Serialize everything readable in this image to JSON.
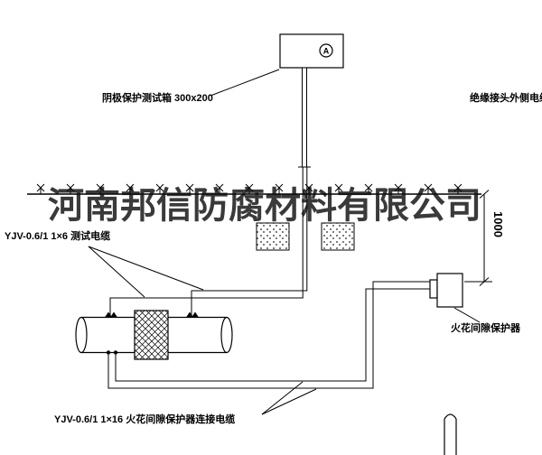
{
  "watermark": {
    "text": "河南邦信防腐材料有限公司"
  },
  "labels": {
    "test_box": "阴极保护测试箱 300x200",
    "insulated_joint_cable": "绝缘接头外侧电缆",
    "test_cable": "YJV-0.6/1 1×6  测试电缆",
    "spark_gap_protector": "火花间隙保护器",
    "spark_gap_cable": "YJV-0.6/1 1×16  火花间隙保护器连接电缆",
    "dimension_1000": "1000",
    "ammeter": "A"
  },
  "colors": {
    "line": "#000000",
    "background": "#ffffff",
    "watermark": "#0f0f0f"
  }
}
